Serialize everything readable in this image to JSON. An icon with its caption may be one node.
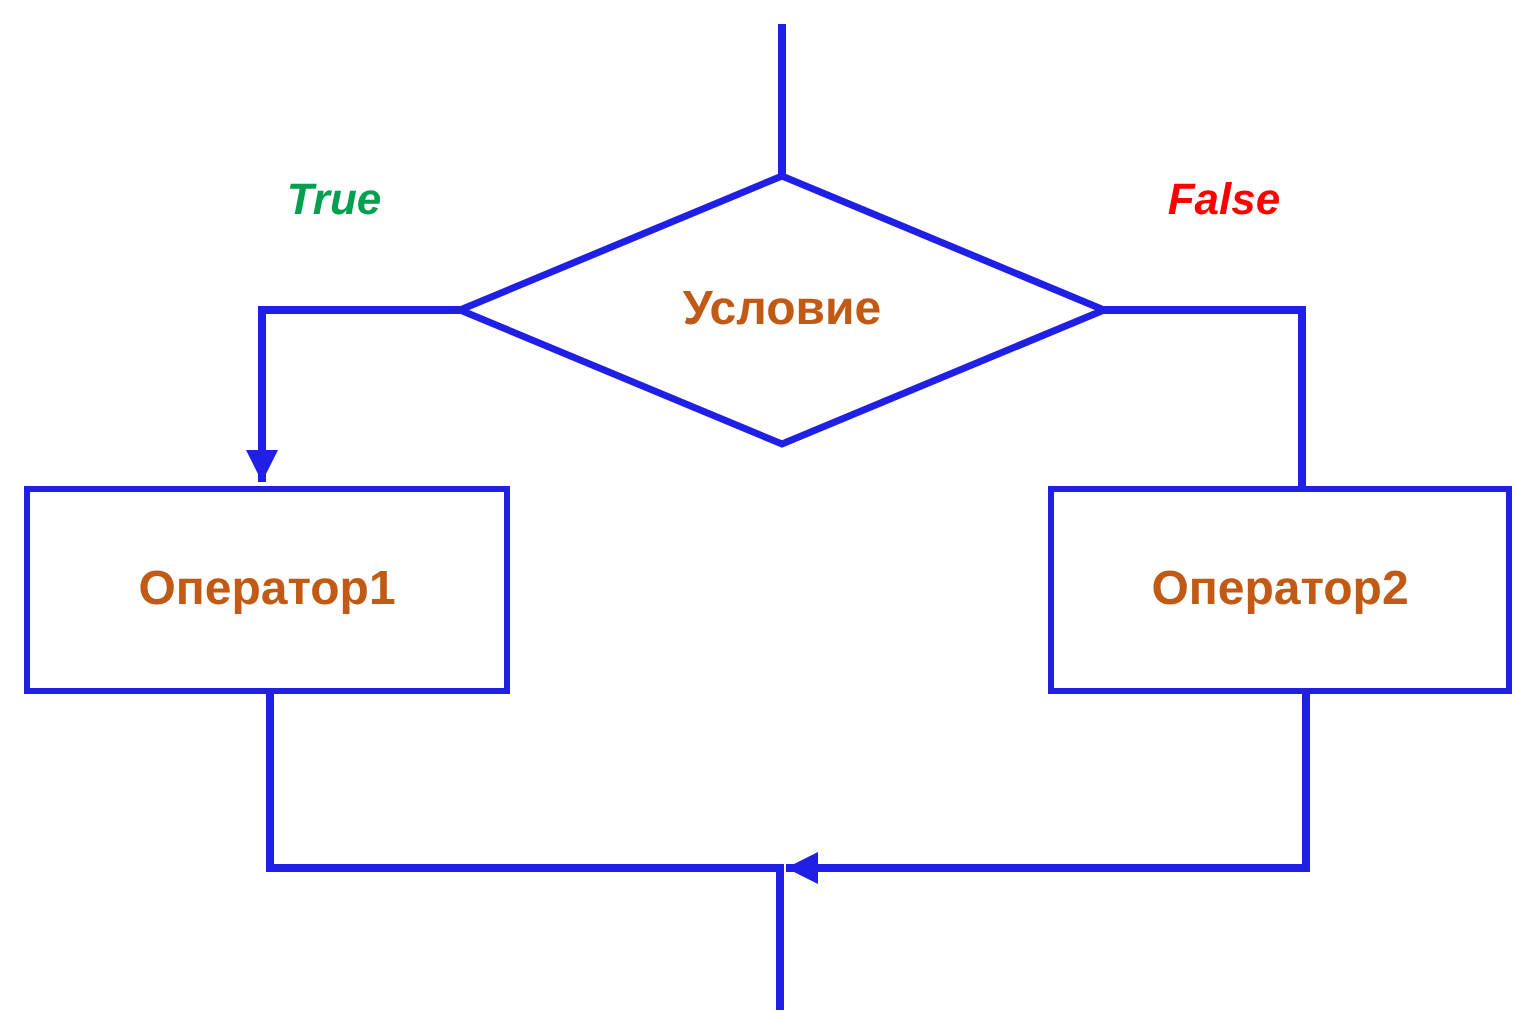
{
  "diagram": {
    "nodes": [
      {
        "text": [
          "Условие"
        ]
      },
      {
        "text": [
          "Оператор1"
        ]
      },
      {
        "text": [
          "Оператор2"
        ]
      }
    ],
    "edges": [
      {
        "from": null,
        "to": 0,
        "arrow": "none"
      },
      {
        "from": 0,
        "to": 1,
        "arrow": "to",
        "label": "True"
      },
      {
        "from": 0,
        "to": 2,
        "arrow": "none",
        "label": "False"
      },
      {
        "from": 1,
        "to": null,
        "arrow": "none"
      },
      {
        "from": 2,
        "to": null,
        "arrow": "to"
      }
    ]
  }
}
